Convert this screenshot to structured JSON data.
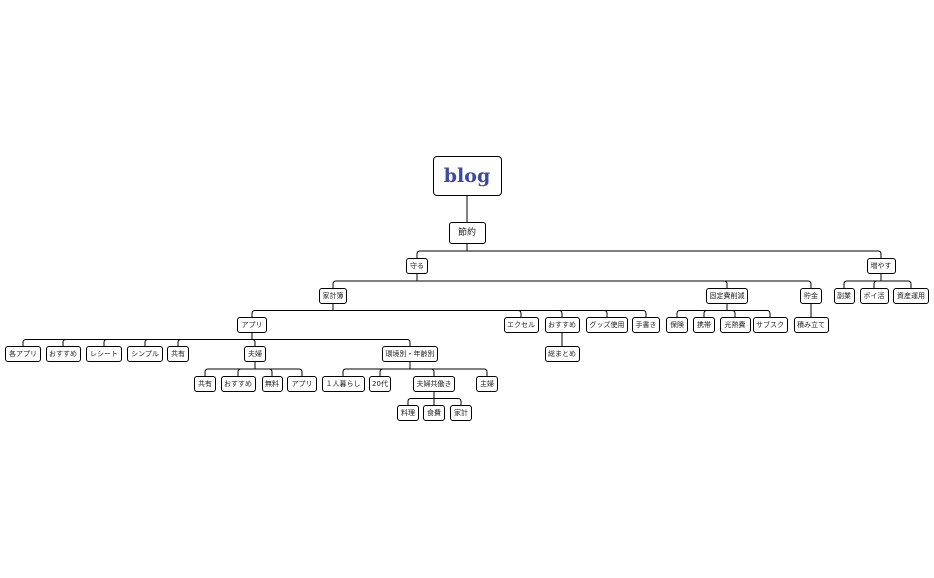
{
  "colors": {
    "root_text": "#3d4aa3",
    "line": "#000000",
    "node_border": "#000000",
    "node_text": "#222222"
  },
  "mindmap": {
    "id": "root",
    "label": "blog",
    "children": [
      {
        "id": "setsuyaku",
        "label": "節約",
        "children": [
          {
            "id": "mamoru",
            "label": "守る",
            "children": [
              {
                "id": "kakeibo",
                "label": "家計簿",
                "children": [
                  {
                    "id": "appli",
                    "label": "アプリ",
                    "children": [
                      {
                        "id": "kaku-appli",
                        "label": "各アプリ",
                        "children": []
                      },
                      {
                        "id": "osusume-1",
                        "label": "おすすめ",
                        "children": []
                      },
                      {
                        "id": "receipt",
                        "label": "レシート",
                        "children": []
                      },
                      {
                        "id": "simple",
                        "label": "シンプル",
                        "children": []
                      },
                      {
                        "id": "kyoyu-1",
                        "label": "共有",
                        "children": []
                      },
                      {
                        "id": "fufu-1",
                        "label": "夫婦",
                        "children": [
                          {
                            "id": "kyoyu-2",
                            "label": "共有",
                            "children": []
                          },
                          {
                            "id": "osusume-2",
                            "label": "おすすめ",
                            "children": []
                          },
                          {
                            "id": "muryo",
                            "label": "無料",
                            "children": []
                          },
                          {
                            "id": "appli-2",
                            "label": "アプリ",
                            "children": []
                          }
                        ]
                      },
                      {
                        "id": "kankyo",
                        "label": "環境別・年齢別",
                        "children": [
                          {
                            "id": "hitori",
                            "label": "１人暮らし",
                            "children": []
                          },
                          {
                            "id": "20dai",
                            "label": "20代",
                            "children": []
                          },
                          {
                            "id": "tomobataraki",
                            "label": "夫婦共働き",
                            "children": [
                              {
                                "id": "ryori",
                                "label": "料理",
                                "children": []
                              },
                              {
                                "id": "shokuhi",
                                "label": "食費",
                                "children": []
                              },
                              {
                                "id": "kakei",
                                "label": "家計",
                                "children": []
                              }
                            ]
                          },
                          {
                            "id": "shufu",
                            "label": "主婦",
                            "children": []
                          }
                        ]
                      }
                    ]
                  },
                  {
                    "id": "excel",
                    "label": "エクセル",
                    "children": []
                  },
                  {
                    "id": "osusume-3",
                    "label": "おすすめ",
                    "children": [
                      {
                        "id": "matome",
                        "label": "総まとめ",
                        "children": []
                      }
                    ]
                  },
                  {
                    "id": "goods",
                    "label": "グッズ使用",
                    "children": []
                  },
                  {
                    "id": "tegaki",
                    "label": "手書き",
                    "children": []
                  }
                ]
              },
              {
                "id": "koteihi",
                "label": "固定費削減",
                "children": [
                  {
                    "id": "hoken",
                    "label": "保険",
                    "children": []
                  },
                  {
                    "id": "keitai",
                    "label": "携帯",
                    "children": []
                  },
                  {
                    "id": "kounetsu",
                    "label": "光熱費",
                    "children": []
                  },
                  {
                    "id": "subsc",
                    "label": "サブスク",
                    "children": []
                  }
                ]
              },
              {
                "id": "chokin",
                "label": "貯金",
                "children": [
                  {
                    "id": "tsumitate",
                    "label": "積み立て",
                    "children": []
                  }
                ]
              }
            ]
          },
          {
            "id": "fuyasu",
            "label": "増やす",
            "children": [
              {
                "id": "fukugyo",
                "label": "副業",
                "children": []
              },
              {
                "id": "poikatsu",
                "label": "ポイ活",
                "children": []
              },
              {
                "id": "shisan",
                "label": "資産運用",
                "children": []
              }
            ]
          }
        ]
      }
    ]
  }
}
